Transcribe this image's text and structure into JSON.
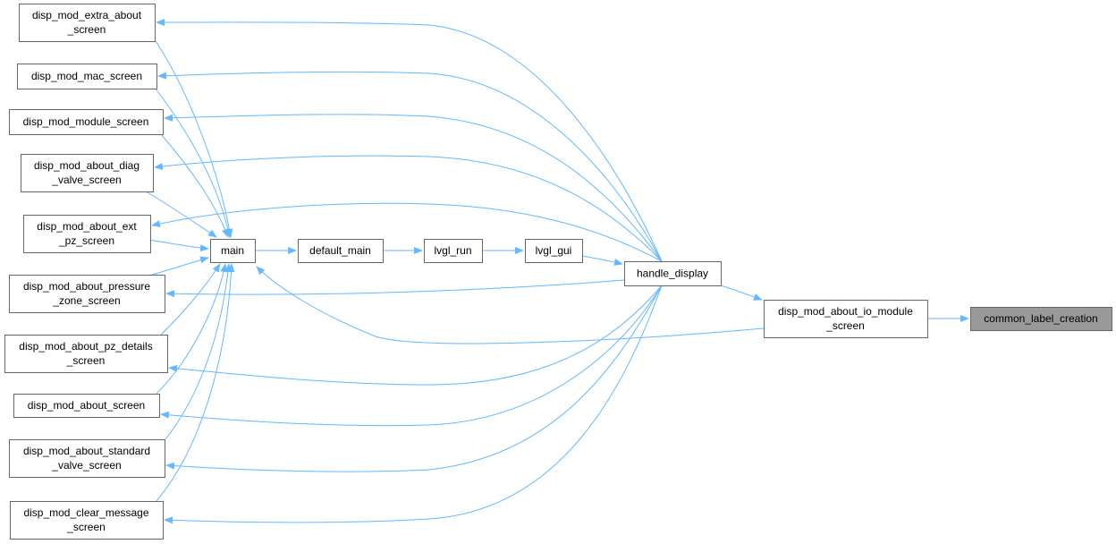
{
  "colors": {
    "edge": "#63b8ff",
    "node_border": "#666666",
    "node_fill": "#ffffff",
    "highlight_fill": "#999999"
  },
  "nodes": {
    "extra_about": [
      "disp_mod_extra_about",
      "_screen"
    ],
    "mac": [
      "disp_mod_mac_screen"
    ],
    "module": [
      "disp_mod_module_screen"
    ],
    "diag": [
      "disp_mod_about_diag",
      "_valve_screen"
    ],
    "ext": [
      "disp_mod_about_ext",
      "_pz_screen"
    ],
    "pressure": [
      "disp_mod_about_pressure",
      "_zone_screen"
    ],
    "pz_details": [
      "disp_mod_about_pz_details",
      "_screen"
    ],
    "about": [
      "disp_mod_about_screen"
    ],
    "standard": [
      "disp_mod_about_standard",
      "_valve_screen"
    ],
    "clear": [
      "disp_mod_clear_message",
      "_screen"
    ],
    "main": [
      "main"
    ],
    "default_main": [
      "default_main"
    ],
    "lvgl_run": [
      "lvgl_run"
    ],
    "lvgl_gui": [
      "lvgl_gui"
    ],
    "handle_display": [
      "handle_display"
    ],
    "io_module": [
      "disp_mod_about_io_module",
      "_screen"
    ],
    "common": [
      "common_label_creation"
    ]
  },
  "edges": [
    [
      "main",
      "default_main"
    ],
    [
      "default_main",
      "lvgl_run"
    ],
    [
      "lvgl_run",
      "lvgl_gui"
    ],
    [
      "lvgl_gui",
      "handle_display"
    ],
    [
      "handle_display",
      "io_module"
    ],
    [
      "io_module",
      "common"
    ],
    [
      "io_module",
      "main"
    ],
    [
      "extra_about",
      "main"
    ],
    [
      "mac",
      "main"
    ],
    [
      "module",
      "main"
    ],
    [
      "diag",
      "main"
    ],
    [
      "ext",
      "main"
    ],
    [
      "pressure",
      "main"
    ],
    [
      "pz_details",
      "main"
    ],
    [
      "about",
      "main"
    ],
    [
      "standard",
      "main"
    ],
    [
      "clear",
      "main"
    ],
    [
      "handle_display",
      "extra_about"
    ],
    [
      "handle_display",
      "mac"
    ],
    [
      "handle_display",
      "module"
    ],
    [
      "handle_display",
      "diag"
    ],
    [
      "handle_display",
      "ext"
    ],
    [
      "handle_display",
      "pressure"
    ],
    [
      "handle_display",
      "pz_details"
    ],
    [
      "handle_display",
      "about"
    ],
    [
      "handle_display",
      "standard"
    ],
    [
      "handle_display",
      "clear"
    ]
  ]
}
